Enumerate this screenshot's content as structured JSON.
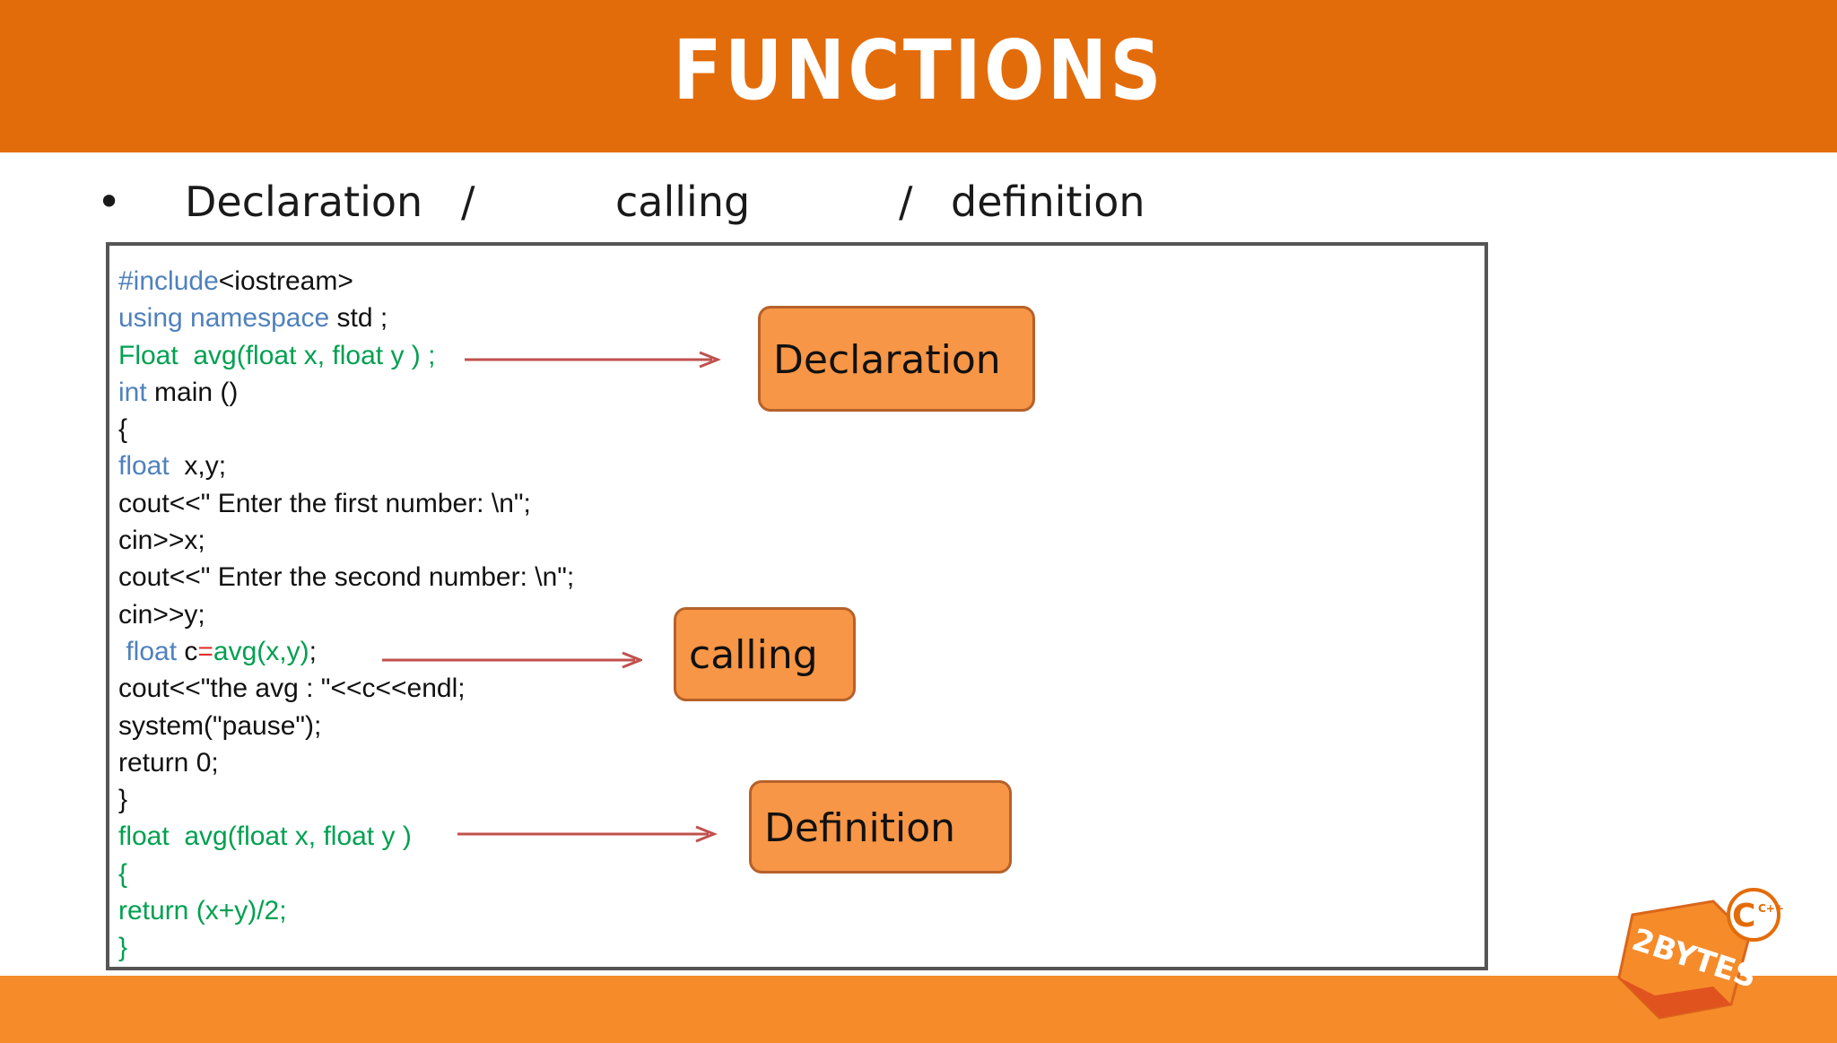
{
  "slide": {
    "title": "FUNCTIONS",
    "bullet": "•",
    "subtitle": {
      "part1": "Declaration",
      "sep1": "/",
      "part2": "calling",
      "sep2": "/",
      "part3": "definition"
    }
  },
  "code": {
    "lines": [
      [
        {
          "t": "#include",
          "c": "kw"
        },
        {
          "t": "<iostream>",
          "c": ""
        }
      ],
      [
        {
          "t": "using namespace",
          "c": "kw"
        },
        {
          "t": " std ;",
          "c": ""
        }
      ],
      [
        {
          "t": "Float  avg(float x, float y ) ;",
          "c": "gr"
        }
      ],
      [
        {
          "t": "int",
          "c": "kw"
        },
        {
          "t": " main ()",
          "c": ""
        }
      ],
      [
        {
          "t": "{",
          "c": ""
        }
      ],
      [
        {
          "t": "float",
          "c": "kw"
        },
        {
          "t": "  x,y;",
          "c": ""
        }
      ],
      [
        {
          "t": "cout<<\" Enter the first number: \\n\";",
          "c": ""
        }
      ],
      [
        {
          "t": "cin>>x;",
          "c": ""
        }
      ],
      [
        {
          "t": "cout<<\" Enter the second number: \\n\";",
          "c": ""
        }
      ],
      [
        {
          "t": "cin>>y;",
          "c": ""
        }
      ],
      [
        {
          "t": " float",
          "c": "kw"
        },
        {
          "t": " c",
          "c": ""
        },
        {
          "t": "=",
          "c": "rd"
        },
        {
          "t": "avg(x,y)",
          "c": "gr"
        },
        {
          "t": ";",
          "c": ""
        }
      ],
      [
        {
          "t": "cout<<\"the avg : \"<<c<<endl;",
          "c": ""
        }
      ],
      [
        {
          "t": "system(\"pause\");",
          "c": ""
        }
      ],
      [
        {
          "t": "return 0;",
          "c": ""
        }
      ],
      [
        {
          "t": "}",
          "c": ""
        }
      ],
      [
        {
          "t": "float  avg(float x, float y )",
          "c": "gr"
        }
      ],
      [
        {
          "t": "{",
          "c": "gr"
        }
      ],
      [
        {
          "t": "return (x+y)/2;",
          "c": "gr"
        }
      ],
      [
        {
          "t": "}",
          "c": "gr"
        }
      ]
    ]
  },
  "callouts": {
    "declaration": "Declaration",
    "calling": "calling",
    "definition": "Definition"
  },
  "logo": {
    "label": "2BYTES",
    "badge": "C++"
  },
  "colors": {
    "banner": "#e36c0a",
    "bottom_band": "#f68b2a",
    "callout_fill": "#f79646",
    "callout_border": "#b6612a",
    "keyword_blue": "#4f81bd",
    "code_green": "#00a050",
    "arrow_red": "#c0504d"
  }
}
